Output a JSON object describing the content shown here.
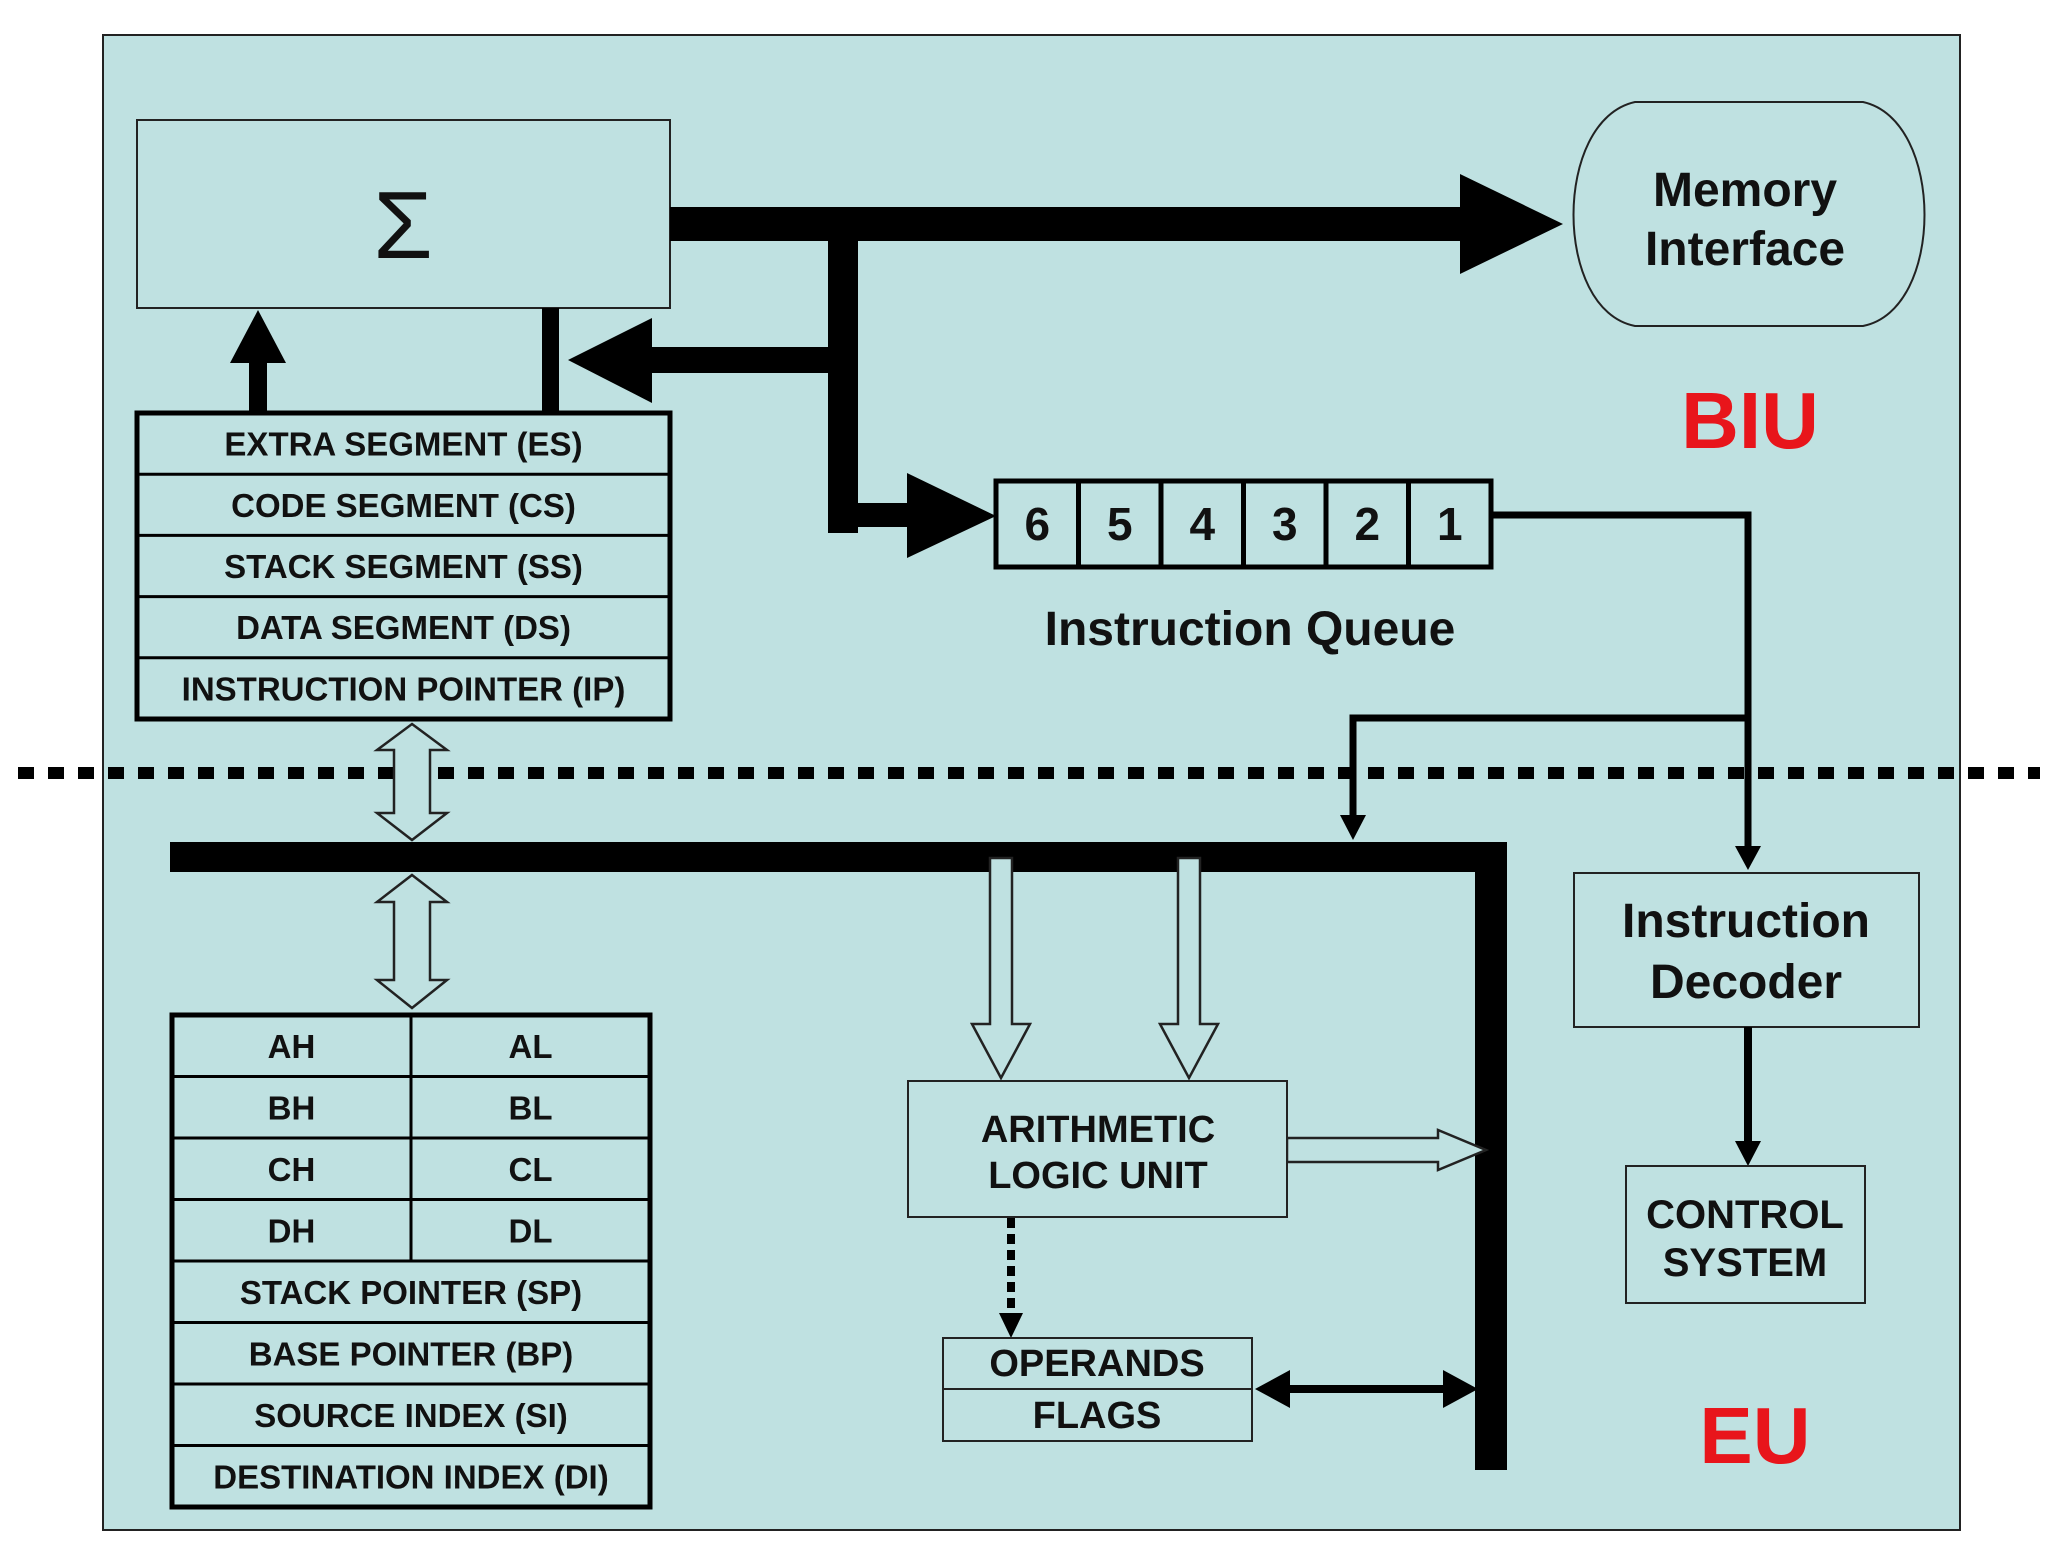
{
  "colors": {
    "panel_fill": "#bfe1e1",
    "ink": "#000000",
    "label_red": "#e8151b"
  },
  "sigma": {
    "symbol": "Σ"
  },
  "memory_interface": {
    "line1": "Memory",
    "line2": "Interface"
  },
  "labels": {
    "biu": "BIU",
    "eu": "EU"
  },
  "segment_registers": [
    "EXTRA SEGMENT (ES)",
    "CODE SEGMENT (CS)",
    "STACK SEGMENT (SS)",
    "DATA SEGMENT (DS)",
    "INSTRUCTION POINTER (IP)"
  ],
  "instruction_queue": {
    "cells": [
      "6",
      "5",
      "4",
      "3",
      "2",
      "1"
    ],
    "caption": "Instruction Queue"
  },
  "general_registers": {
    "pairs": [
      [
        "AH",
        "AL"
      ],
      [
        "BH",
        "BL"
      ],
      [
        "CH",
        "CL"
      ],
      [
        "DH",
        "DL"
      ]
    ],
    "pointers": [
      "STACK POINTER (SP)",
      "BASE POINTER (BP)",
      "SOURCE INDEX (SI)",
      "DESTINATION INDEX (DI)"
    ]
  },
  "alu": {
    "line1": "ARITHMETIC",
    "line2": "LOGIC UNIT"
  },
  "operands": {
    "top": "OPERANDS",
    "bottom": "FLAGS"
  },
  "instruction_decoder": {
    "line1": "Instruction",
    "line2": "Decoder"
  },
  "control_system": {
    "line1": "CONTROL",
    "line2": "SYSTEM"
  }
}
